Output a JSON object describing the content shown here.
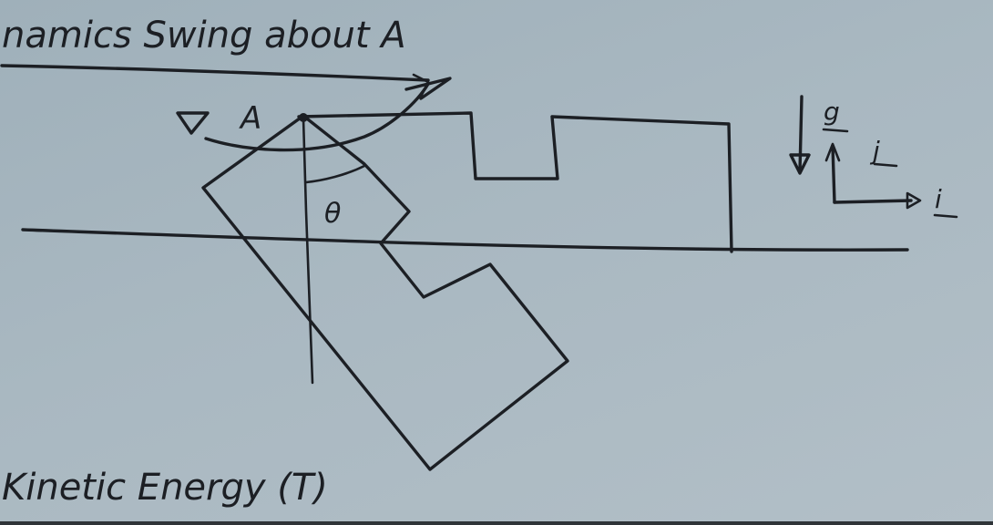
{
  "header_text": "namics Swing about A",
  "footer_text": "Kinetic Energy (T)",
  "labels": {
    "pivot": "A",
    "angle": "θ",
    "gravity": "g",
    "unit_j": "j",
    "unit_i": "i"
  },
  "colors": {
    "board": "#a6b5be",
    "ink": "#1c1f24"
  }
}
